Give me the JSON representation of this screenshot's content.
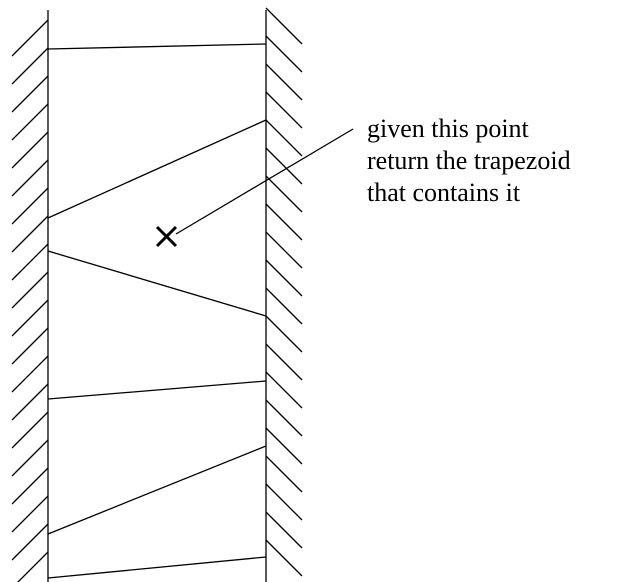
{
  "annotation": {
    "lines": [
      "given this point",
      "return the trapezoid",
      "that contains it"
    ]
  },
  "colors": {
    "ink": "#000000",
    "background": "#ffffff"
  },
  "icons": {
    "query_point": "x-mark-icon"
  }
}
